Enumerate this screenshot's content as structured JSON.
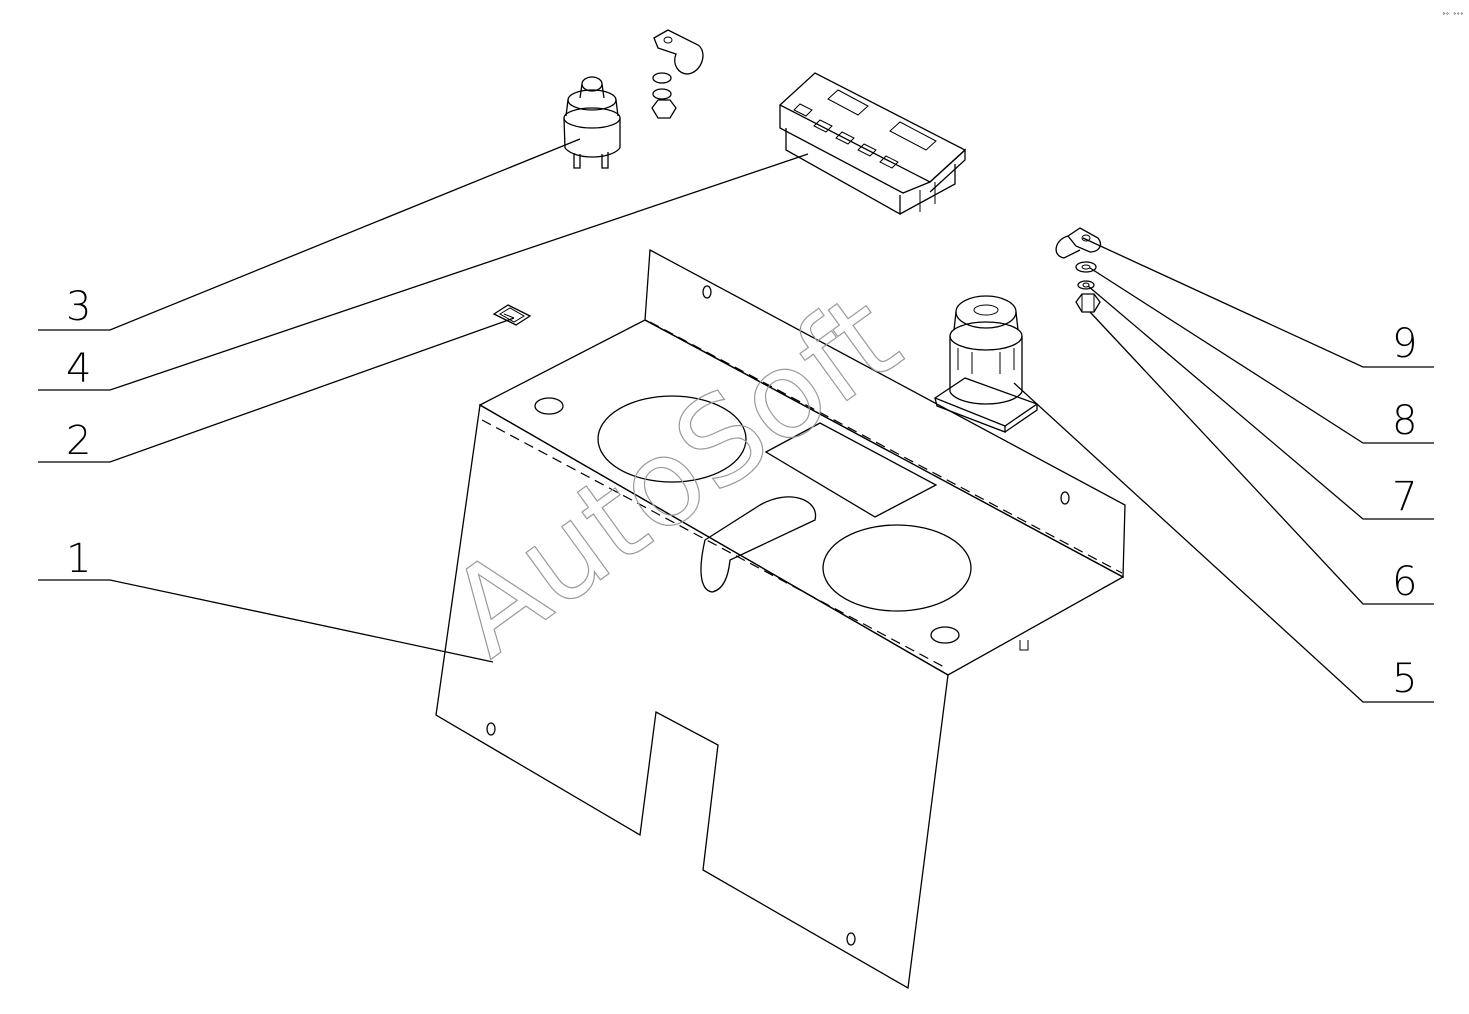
{
  "diagram": {
    "watermark": "AutoSoft",
    "corner_mark": "°° °°°",
    "callouts": [
      {
        "id": "1",
        "label": "1"
      },
      {
        "id": "2",
        "label": "2"
      },
      {
        "id": "3",
        "label": "3"
      },
      {
        "id": "4",
        "label": "4"
      },
      {
        "id": "5",
        "label": "5"
      },
      {
        "id": "6",
        "label": "6"
      },
      {
        "id": "7",
        "label": "7"
      },
      {
        "id": "8",
        "label": "8"
      },
      {
        "id": "9",
        "label": "9"
      }
    ],
    "parts": [
      {
        "id": "1",
        "name": "panel-bracket"
      },
      {
        "id": "2",
        "name": "clip"
      },
      {
        "id": "3",
        "name": "push-button-switch"
      },
      {
        "id": "4",
        "name": "digital-display-unit"
      },
      {
        "id": "5",
        "name": "ignition-switch"
      },
      {
        "id": "6",
        "name": "nut"
      },
      {
        "id": "7",
        "name": "washer"
      },
      {
        "id": "8",
        "name": "washer"
      },
      {
        "id": "9",
        "name": "cable-clamp"
      }
    ]
  }
}
